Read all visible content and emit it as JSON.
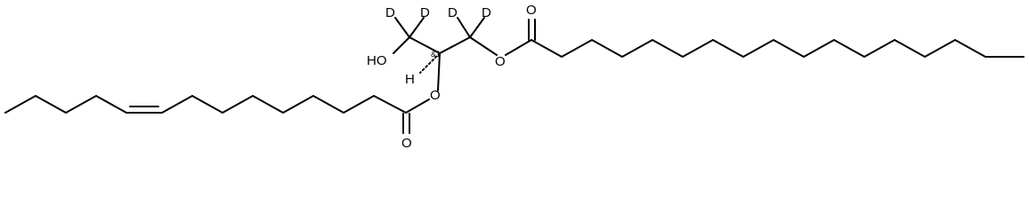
{
  "molecule": {
    "atom_labels": {
      "d1": "D",
      "d2": "D",
      "d3": "D",
      "d4": "D",
      "h": "H",
      "oh": "HO",
      "o_ester_right": "O",
      "o_ester_left": "O",
      "o_carbonyl_right": "O",
      "o_carbonyl_left": "O",
      "stereo_tag": "&1"
    }
  }
}
